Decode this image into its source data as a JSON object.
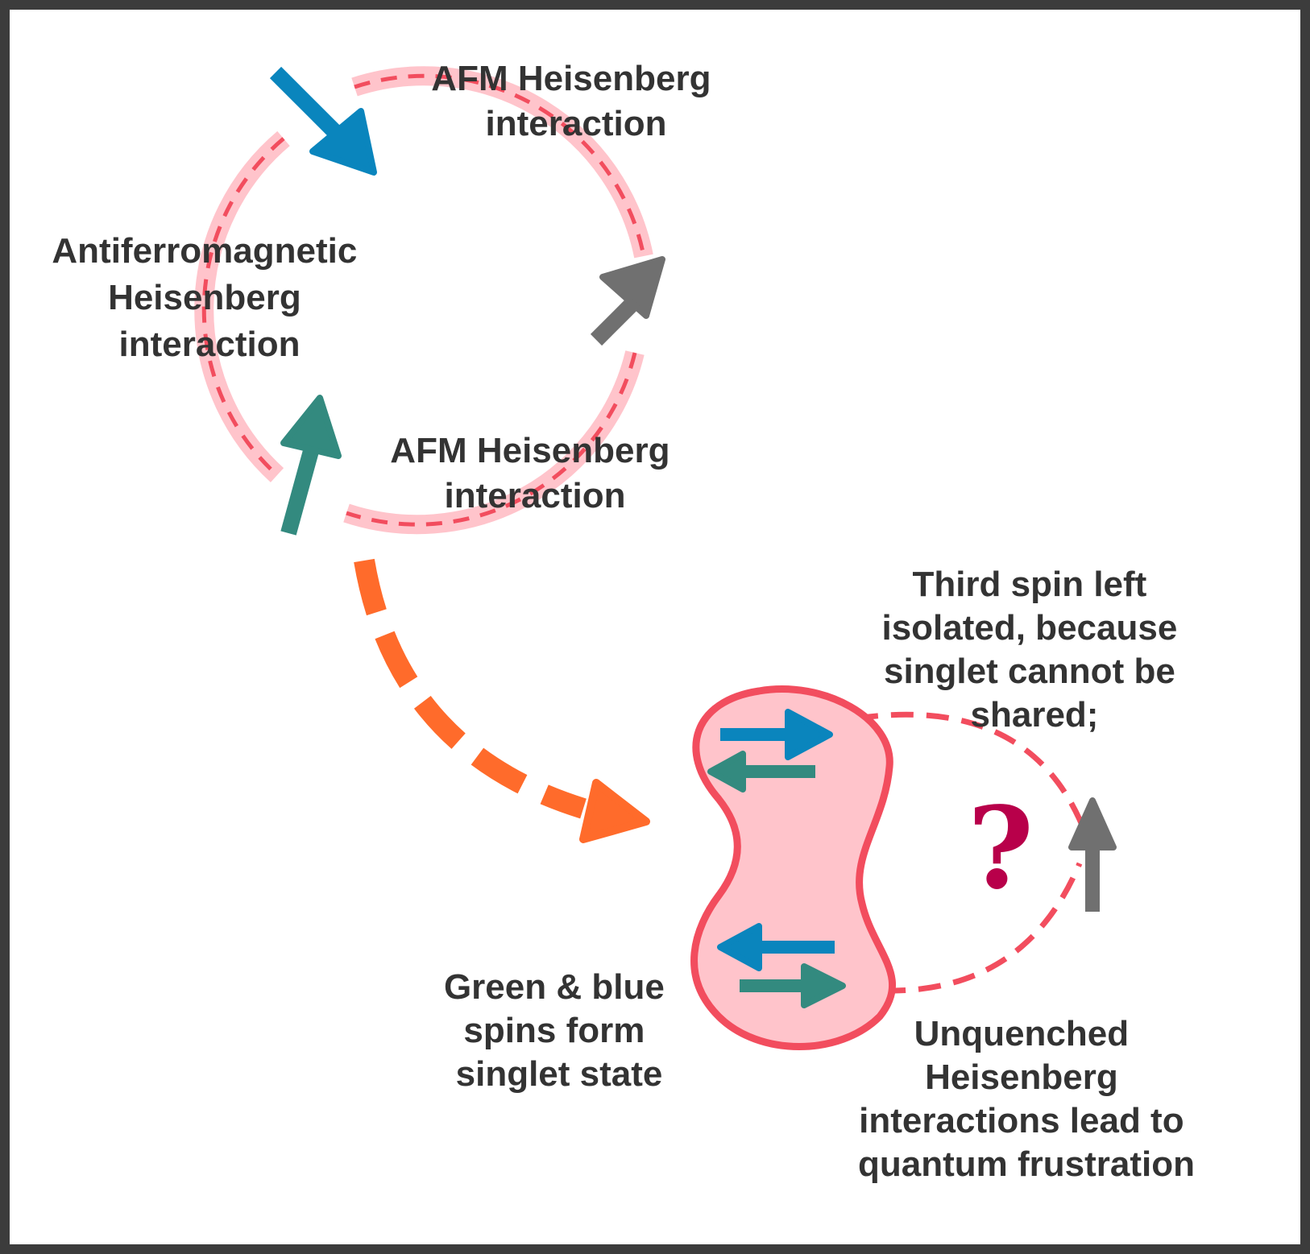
{
  "labels": {
    "afm_top": [
      "AFM Heisenberg",
      "interaction"
    ],
    "afm_left": [
      "Antiferromagnetic",
      "Heisenberg",
      "interaction"
    ],
    "afm_bottom": [
      "AFM Heisenberg",
      "interaction"
    ],
    "third_spin": [
      "Third spin left",
      "isolated, because",
      "singlet cannot be",
      "shared;"
    ],
    "singlet": [
      "Green & blue",
      "spins form",
      "singlet state"
    ],
    "unquenched": [
      "Unquenched",
      "Heisenberg",
      "interactions lead to",
      "quantum frustration"
    ],
    "question_mark": "?"
  },
  "colors": {
    "blue_spin": "#0a85bd",
    "green_spin": "#338a7f",
    "gray_spin": "#707070",
    "bond_halo": "#ffc4cb",
    "bond_dash": "#f24d5e",
    "process_arrow": "#ff6b2b",
    "question_mark": "#b8004a",
    "label_text": "#333333"
  },
  "icons": {
    "spins": "arrow",
    "process": "dashed-curved-arrow",
    "singlet": "peanut-blob"
  }
}
